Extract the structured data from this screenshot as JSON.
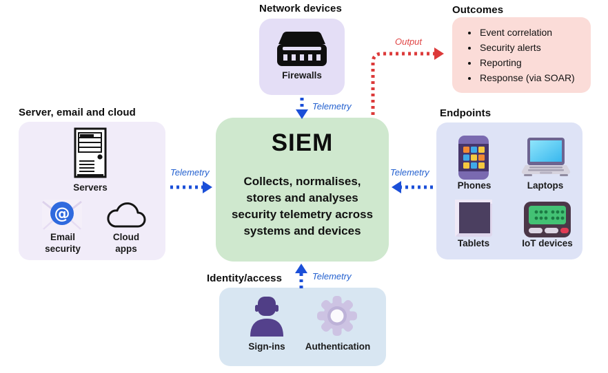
{
  "nodes": {
    "network_devices": {
      "title": "Network devices",
      "items": [
        {
          "label": "Firewalls",
          "icon": "firewall-icon"
        }
      ]
    },
    "outcomes": {
      "title": "Outcomes",
      "bullets": [
        "Event correlation",
        "Security alerts",
        "Reporting",
        "Response (via SOAR)"
      ]
    },
    "server_email_cloud": {
      "title": "Server, email and cloud",
      "items": [
        {
          "label": "Servers",
          "icon": "server-icon"
        },
        {
          "label": "Email\nsecurity",
          "icon": "email-security-icon"
        },
        {
          "label": "Cloud\napps",
          "icon": "cloud-icon"
        }
      ]
    },
    "siem": {
      "title": "SIEM",
      "description": "Collects, normalises,\nstores and analyses\nsecurity telemetry across\nsystems and devices"
    },
    "endpoints": {
      "title": "Endpoints",
      "items": [
        {
          "label": "Phones",
          "icon": "phone-icon"
        },
        {
          "label": "Laptops",
          "icon": "laptop-icon"
        },
        {
          "label": "Tablets",
          "icon": "tablet-icon"
        },
        {
          "label": "IoT devices",
          "icon": "iot-icon"
        }
      ]
    },
    "identity_access": {
      "title": "Identity/access",
      "items": [
        {
          "label": "Sign-ins",
          "icon": "person-icon"
        },
        {
          "label": "Authentication",
          "icon": "gear-icon"
        }
      ]
    }
  },
  "arrows": {
    "telemetry_from_network": {
      "label": "Telemetry",
      "direction": "down",
      "color": "#1b4fd8"
    },
    "telemetry_from_servers": {
      "label": "Telemetry",
      "direction": "right",
      "color": "#1b4fd8"
    },
    "telemetry_from_endpoints": {
      "label": "Telemetry",
      "direction": "left",
      "color": "#1b4fd8"
    },
    "telemetry_from_identity": {
      "label": "Telemetry",
      "direction": "up",
      "color": "#1b4fd8"
    },
    "output_to_outcomes": {
      "label": "Output",
      "direction": "up-right",
      "color": "#dc3a3a"
    }
  },
  "colors": {
    "background": "#ffffff",
    "siem_box": "#cfe8ce",
    "network_box": "#e4def6",
    "outcomes_box": "#fbdcd8",
    "server_box": "#f1ecf9",
    "endpoints_box": "#dee3f6",
    "identity_box": "#d8e6f2",
    "telemetry_blue": "#1b4fd8",
    "output_red": "#dc3a3a",
    "text": "#0d0d0d"
  }
}
